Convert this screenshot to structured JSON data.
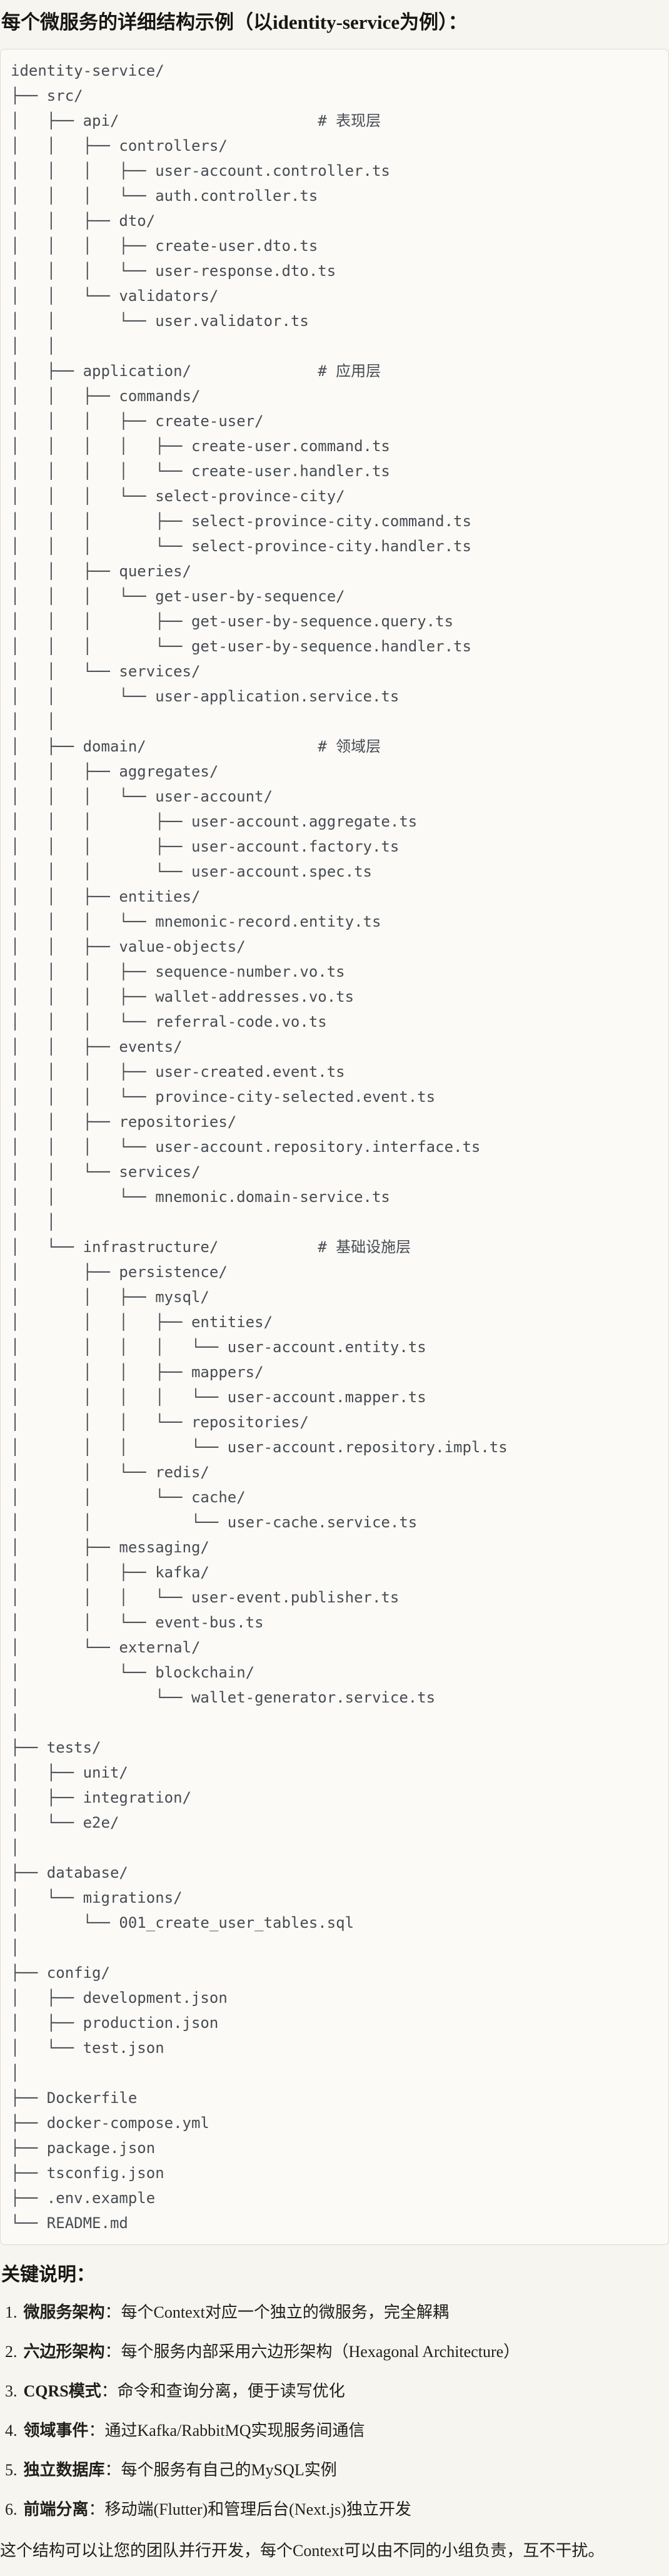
{
  "page": {
    "title": "每个微服务的详细结构示例（以identity-service为例）："
  },
  "tree": {
    "lines": [
      "identity-service/",
      "├── src/",
      "│   ├── api/                      # 表现层",
      "│   │   ├── controllers/",
      "│   │   │   ├── user-account.controller.ts",
      "│   │   │   └── auth.controller.ts",
      "│   │   ├── dto/",
      "│   │   │   ├── create-user.dto.ts",
      "│   │   │   └── user-response.dto.ts",
      "│   │   └── validators/",
      "│   │       └── user.validator.ts",
      "│   │",
      "│   ├── application/              # 应用层",
      "│   │   ├── commands/",
      "│   │   │   ├── create-user/",
      "│   │   │   │   ├── create-user.command.ts",
      "│   │   │   │   └── create-user.handler.ts",
      "│   │   │   └── select-province-city/",
      "│   │   │       ├── select-province-city.command.ts",
      "│   │   │       └── select-province-city.handler.ts",
      "│   │   ├── queries/",
      "│   │   │   └── get-user-by-sequence/",
      "│   │   │       ├── get-user-by-sequence.query.ts",
      "│   │   │       └── get-user-by-sequence.handler.ts",
      "│   │   └── services/",
      "│   │       └── user-application.service.ts",
      "│   │",
      "│   ├── domain/                   # 领域层",
      "│   │   ├── aggregates/",
      "│   │   │   └── user-account/",
      "│   │   │       ├── user-account.aggregate.ts",
      "│   │   │       ├── user-account.factory.ts",
      "│   │   │       └── user-account.spec.ts",
      "│   │   ├── entities/",
      "│   │   │   └── mnemonic-record.entity.ts",
      "│   │   ├── value-objects/",
      "│   │   │   ├── sequence-number.vo.ts",
      "│   │   │   ├── wallet-addresses.vo.ts",
      "│   │   │   └── referral-code.vo.ts",
      "│   │   ├── events/",
      "│   │   │   ├── user-created.event.ts",
      "│   │   │   └── province-city-selected.event.ts",
      "│   │   ├── repositories/",
      "│   │   │   └── user-account.repository.interface.ts",
      "│   │   └── services/",
      "│   │       └── mnemonic.domain-service.ts",
      "│   │",
      "│   └── infrastructure/           # 基础设施层",
      "│       ├── persistence/",
      "│       │   ├── mysql/",
      "│       │   │   ├── entities/",
      "│       │   │   │   └── user-account.entity.ts",
      "│       │   │   ├── mappers/",
      "│       │   │   │   └── user-account.mapper.ts",
      "│       │   │   └── repositories/",
      "│       │   │       └── user-account.repository.impl.ts",
      "│       │   └── redis/",
      "│       │       └── cache/",
      "│       │           └── user-cache.service.ts",
      "│       ├── messaging/",
      "│       │   ├── kafka/",
      "│       │   │   └── user-event.publisher.ts",
      "│       │   └── event-bus.ts",
      "│       └── external/",
      "│           └── blockchain/",
      "│               └── wallet-generator.service.ts",
      "│",
      "├── tests/",
      "│   ├── unit/",
      "│   ├── integration/",
      "│   └── e2e/",
      "│",
      "├── database/",
      "│   └── migrations/",
      "│       └── 001_create_user_tables.sql",
      "│",
      "├── config/",
      "│   ├── development.json",
      "│   ├── production.json",
      "│   └── test.json",
      "│",
      "├── Dockerfile",
      "├── docker-compose.yml",
      "├── package.json",
      "├── tsconfig.json",
      "├── .env.example",
      "└── README.md"
    ]
  },
  "notes": {
    "heading": "关键说明：",
    "items": [
      {
        "num": "1.",
        "label": "微服务架构",
        "sep": "：",
        "text": "每个Context对应一个独立的微服务，完全解耦"
      },
      {
        "num": "2.",
        "label": "六边形架构",
        "sep": "：",
        "text": "每个服务内部采用六边形架构（Hexagonal Architecture）"
      },
      {
        "num": "3.",
        "label": "CQRS模式",
        "sep": "：",
        "text": "命令和查询分离，便于读写优化"
      },
      {
        "num": "4.",
        "label": "领域事件",
        "sep": "：",
        "text": "通过Kafka/RabbitMQ实现服务间通信"
      },
      {
        "num": "5.",
        "label": "独立数据库",
        "sep": "：",
        "text": "每个服务有自己的MySQL实例"
      },
      {
        "num": "6.",
        "label": "前端分离",
        "sep": "：",
        "text": "移动端(Flutter)和管理后台(Next.js)独立开发"
      }
    ]
  },
  "closing": "这个结构可以让您的团队并行开发，每个Context可以由不同的小组负责，互不干扰。",
  "colors": {
    "page_bg": "#f7f5ef",
    "code_bg": "#fbfaf7",
    "code_border": "#dcdad2",
    "code_text": "#474c52",
    "body_text": "#211f1b"
  }
}
